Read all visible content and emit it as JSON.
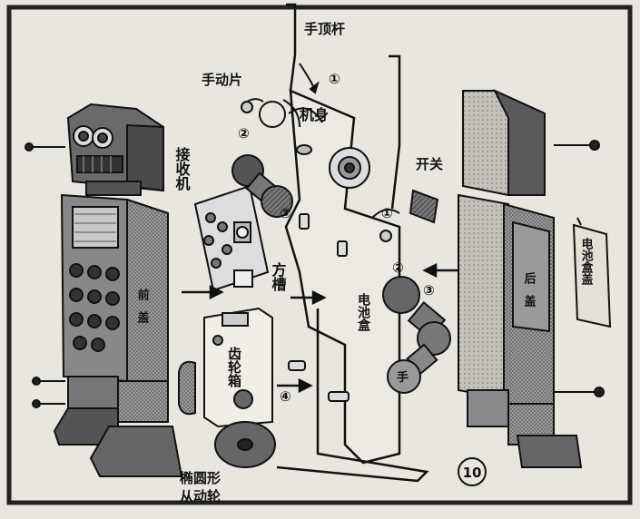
{
  "labels": {
    "hand_push_rod": "手顶杆",
    "hand_moving_piece": "手动片",
    "receiver": "接收机",
    "body": "机身",
    "switch": "开关",
    "square_slot": "方槽",
    "battery_box": "电池盒",
    "front_cover": "前盖",
    "rear_cover": "后盖",
    "battery_cover": "电池盒盖",
    "gearbox": "齿轮箱",
    "elliptic_wheel": "椭圆形从动轮",
    "hand": "手"
  },
  "step_markers": [
    "①",
    "②",
    "③",
    "④"
  ],
  "figure_number": "10",
  "colors": {
    "ink": "#1a1a1a",
    "paper": "#e9e6df",
    "dark_gray": "#5a5a5a",
    "mid_gray": "#8c8c8c",
    "light_gray": "#c9c6c0"
  }
}
